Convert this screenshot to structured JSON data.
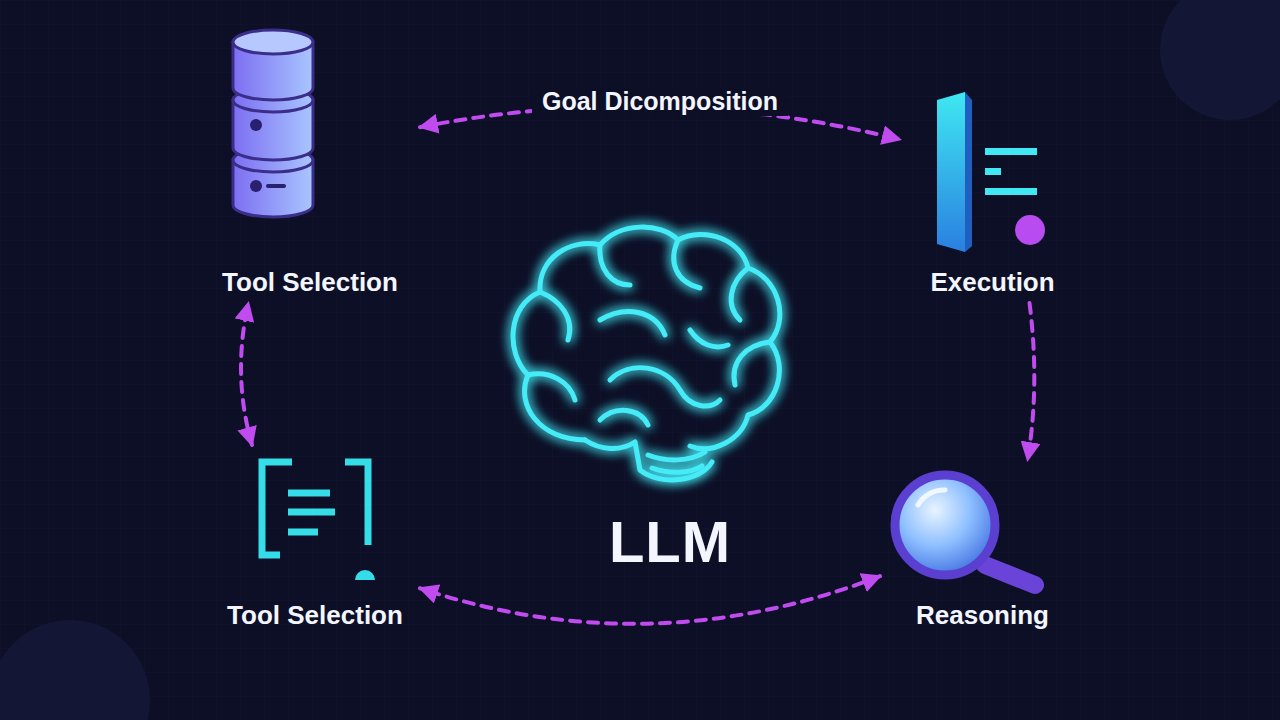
{
  "diagram": {
    "nodes": [
      {
        "text": [
          "Tool Selection"
        ]
      },
      {
        "text": [
          "Execution"
        ]
      },
      {
        "text": [
          "LLM"
        ]
      },
      {
        "text": [
          "Tool Selection"
        ]
      },
      {
        "text": [
          "Reasoning"
        ]
      }
    ],
    "edges": [
      {
        "from": 0,
        "to": 1,
        "label": "Goal Dicomposition",
        "arrow": "both"
      },
      {
        "from": 1,
        "to": 4,
        "arrow": "to"
      },
      {
        "from": 4,
        "to": 3,
        "arrow": "both"
      },
      {
        "from": 3,
        "to": 0,
        "arrow": "both"
      }
    ]
  }
}
